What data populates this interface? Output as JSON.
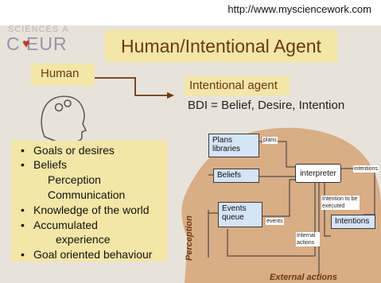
{
  "url": "http://www.mysciencework.com",
  "logo": {
    "line1": "SCIENCES À",
    "line2": "C  EUR"
  },
  "title": "Human/Intentional Agent",
  "human_label": "Human",
  "intentional_label": "Intentional agent",
  "bdi_text": "BDI = Belief, Desire, Intention",
  "bullets": [
    "Goals or desires",
    "Beliefs",
    "Perception",
    "Communication",
    "Knowledge of the world",
    "Accumulated",
    "experience",
    "Goal oriented behaviour"
  ],
  "diagram": {
    "plans_box": "Plans libraries",
    "plans_label": "plans",
    "beliefs_box": "Beliefs",
    "events_box": "Events queue",
    "events_label": "events",
    "interpreter": "interpreter",
    "intentions_label": "intentions",
    "intention_exec_label": "Intention to be executed",
    "intentions_box": "Intentions",
    "internal_label": "Internal actions",
    "perception_label": "Perception",
    "external_label": "External actions"
  }
}
